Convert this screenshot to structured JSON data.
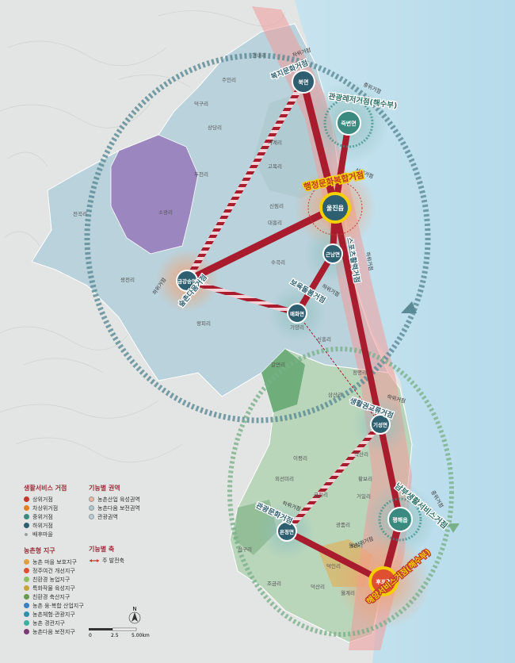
{
  "hubs": {
    "bukmyeon": {
      "name": "북면",
      "role": "하위거점",
      "title": "복지문화거점"
    },
    "jukbyeon": {
      "name": "죽변면",
      "role": "중위거점",
      "title": "관광레저거점(해수부)"
    },
    "uljin": {
      "name": "울진읍",
      "role": "상위거점",
      "title": "행정문화복합거점"
    },
    "geunnam": {
      "name": "근남면",
      "role": "하위거점",
      "title": "스포츠활력거점"
    },
    "geumgang": {
      "name": "금강송면",
      "role": "하위거점",
      "title": "숲촌다움거점"
    },
    "maehwa": {
      "name": "매화면",
      "role": "하위거점",
      "title": "보육돌봄거점"
    },
    "giseong": {
      "name": "기성면",
      "role": "하위거점",
      "title": "생활권교류거점"
    },
    "pyeonghae": {
      "name": "평해읍",
      "role": "중위거점",
      "title": "남부생활서비스거점"
    },
    "onjeong": {
      "name": "온정면",
      "role": "하위거점",
      "title": "관광문화거점"
    },
    "hupo": {
      "name": "후포면",
      "role": "차상위거점",
      "title": "해양서비스거점(해수부)"
    }
  },
  "places": [
    {
      "name": "주인리"
    },
    {
      "name": "덕구리"
    },
    {
      "name": "상당리"
    },
    {
      "name": "두천리"
    },
    {
      "name": "소광리"
    },
    {
      "name": "전곡리"
    },
    {
      "name": "대흥리"
    },
    {
      "name": "신림리"
    },
    {
      "name": "쌍전리"
    },
    {
      "name": "왕피리"
    },
    {
      "name": "수곡리"
    },
    {
      "name": "기양리"
    },
    {
      "name": "신흥리"
    },
    {
      "name": "갈면리"
    },
    {
      "name": "삼산리"
    },
    {
      "name": "이평리"
    },
    {
      "name": "외선미리"
    },
    {
      "name": "금천리"
    },
    {
      "name": "광품리"
    },
    {
      "name": "월송리"
    },
    {
      "name": "덕인리"
    },
    {
      "name": "조금리"
    },
    {
      "name": "덕산리"
    },
    {
      "name": "황보리"
    },
    {
      "name": "거일리"
    },
    {
      "name": "직산리"
    },
    {
      "name": "정명리"
    },
    {
      "name": "월계리"
    },
    {
      "name": "고목리"
    },
    {
      "name": "사계리"
    },
    {
      "name": "선구리"
    },
    {
      "name": "현내리"
    }
  ],
  "legend": {
    "service_title": "생활서비스 거점",
    "service_items": [
      {
        "label": "상위거점",
        "color": "#c0392b"
      },
      {
        "label": "차상위거점",
        "color": "#e67e22"
      },
      {
        "label": "중위거점",
        "color": "#3a8a80"
      },
      {
        "label": "하위거점",
        "color": "#2e5f70"
      },
      {
        "label": "배후마을",
        "color": "#9aa0a0"
      }
    ],
    "zone_title": "기능별 권역",
    "zone_items": [
      {
        "label": "농촌산업 육성권역",
        "color": "#e9b89a"
      },
      {
        "label": "농촌다움 보전권역",
        "color": "#a8c7cf"
      },
      {
        "label": "관광권역",
        "color": "#b6cdd9"
      }
    ],
    "district_title": "농촌형 지구",
    "district_items": [
      {
        "label": "농촌 마을 보호지구",
        "color": "#e0a040"
      },
      {
        "label": "정주여건 개선지구",
        "color": "#e05030"
      },
      {
        "label": "친환경 농업지구",
        "color": "#8cc060"
      },
      {
        "label": "특화작물 육성지구",
        "color": "#c9a43c"
      },
      {
        "label": "친환경 축산지구",
        "color": "#6a9a50"
      },
      {
        "label": "농촌 융·복합 산업지구",
        "color": "#3a7fc0"
      },
      {
        "label": "농촌체험·관광지구",
        "color": "#2f8fb0"
      },
      {
        "label": "농촌 경관지구",
        "color": "#3ab0a0"
      },
      {
        "label": "농촌다움 보전지구",
        "color": "#7a3a78"
      }
    ],
    "axis_title": "기능별 축",
    "axis_items": [
      {
        "label": "주 발전축",
        "color": "#c0392b"
      }
    ]
  },
  "scale": {
    "north": "N",
    "ticks": [
      "0",
      "2.5",
      "5.00km"
    ]
  }
}
